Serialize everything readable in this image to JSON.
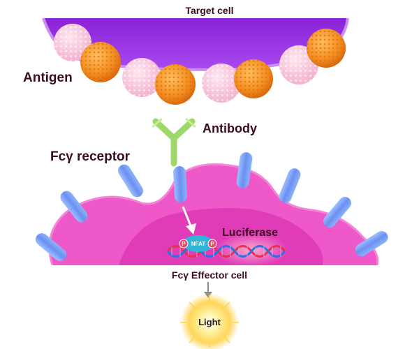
{
  "title": "Target cell",
  "labels": {
    "antigen": "Antigen",
    "antibody": "Antibody",
    "receptor": "Fcγ receptor",
    "luciferase": "Luciferase",
    "nfat": "NFAT",
    "phospho": "P",
    "effector_cell": "Fcγ Effector cell",
    "light": "Light"
  },
  "colors": {
    "target_cell": "#9b2fe0",
    "target_cell_edge": "#c78af0",
    "antigen_pale": "#f9c6dc",
    "antigen_orange": "#f28c1e",
    "antibody": "#9fd86a",
    "receptor": "#7ea6f2",
    "effector_cell": "#ee58c8",
    "nucleus": "#e03cb8",
    "dna_red": "#e8304c",
    "dna_blue": "#2f6fe0",
    "nfat": "#2fb5d8",
    "phospho": "#e8486c",
    "light": "#ffd030"
  },
  "icons": [
    "target-cell",
    "antigen-sphere",
    "antibody-y",
    "fc-receptor",
    "effector-cell",
    "nucleus",
    "dna-helix",
    "nfat-complex",
    "light-burst"
  ]
}
